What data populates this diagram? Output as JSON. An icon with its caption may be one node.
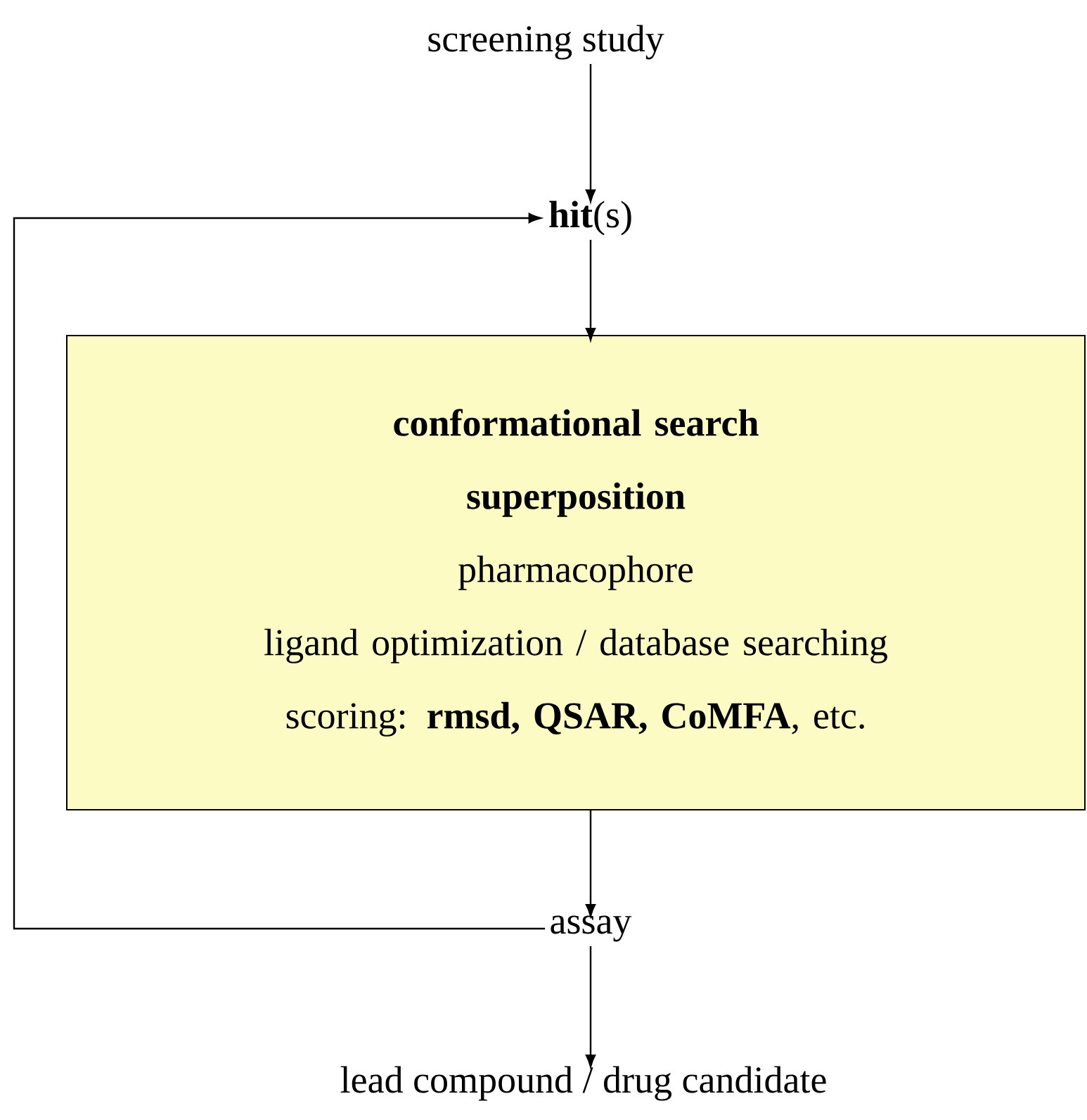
{
  "diagram": {
    "nodes": [
      {
        "text": [
          "screening study"
        ]
      },
      {
        "text": [
          "**hit**(s)"
        ]
      },
      {
        "text": [
          "conformational search",
          "superposition",
          "pharmacophore",
          "ligand optimization / database searching",
          "scoring: **rmsd, QSAR, CoMFA**, etc."
        ]
      },
      {
        "text": [
          "assay"
        ]
      },
      {
        "text": [
          "lead compound / drug candidate"
        ]
      }
    ],
    "edges": [
      {
        "from": 0,
        "to": 1,
        "arrow": "to"
      },
      {
        "from": 1,
        "to": 2,
        "arrow": "to"
      },
      {
        "from": 2,
        "to": 3,
        "arrow": "to"
      },
      {
        "from": 3,
        "to": 1,
        "arrow": "to"
      },
      {
        "from": 3,
        "to": 4,
        "arrow": "to"
      }
    ]
  }
}
